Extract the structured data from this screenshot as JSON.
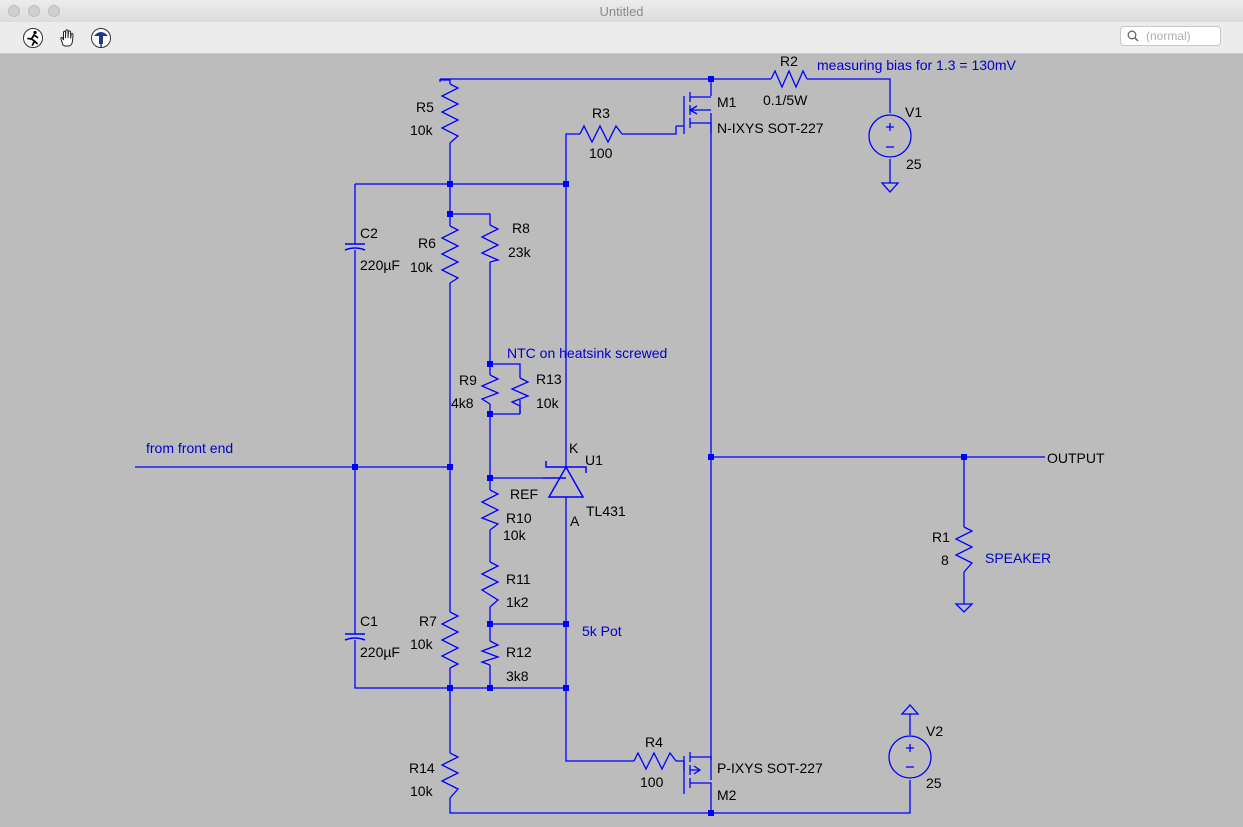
{
  "window": {
    "title": "Untitled"
  },
  "toolbar": {
    "tools": [
      {
        "icon": "run-icon"
      },
      {
        "icon": "hand-icon"
      },
      {
        "icon": "probe-icon"
      }
    ],
    "search": {
      "placeholder": "(normal)"
    }
  },
  "schematic": {
    "annotations": {
      "bias_note": "measuring bias for 1.3 = 130mV",
      "ntc_note": "NTC on heatsink screwed",
      "input_label": "from front end",
      "pot_note": "5k Pot",
      "speaker_note": "SPEAKER",
      "output_label": "OUTPUT"
    },
    "components": {
      "R1": {
        "name": "R1",
        "value": "8"
      },
      "R2": {
        "name": "R2",
        "value": "0.1/5W"
      },
      "R3": {
        "name": "R3",
        "value": "100"
      },
      "R4": {
        "name": "R4",
        "value": "100"
      },
      "R5": {
        "name": "R5",
        "value": "10k"
      },
      "R6": {
        "name": "R6",
        "value": "10k"
      },
      "R7": {
        "name": "R7",
        "value": "10k"
      },
      "R8": {
        "name": "R8",
        "value": "23k"
      },
      "R9": {
        "name": "R9",
        "value": "4k8"
      },
      "R10": {
        "name": "R10",
        "value": "10k"
      },
      "R11": {
        "name": "R11",
        "value": "1k2"
      },
      "R12": {
        "name": "R12",
        "value": "3k8"
      },
      "R13": {
        "name": "R13",
        "value": "10k"
      },
      "R14": {
        "name": "R14",
        "value": "10k"
      },
      "C1": {
        "name": "C1",
        "value": "220µF"
      },
      "C2": {
        "name": "C2",
        "value": "220µF"
      },
      "V1": {
        "name": "V1",
        "value": "25"
      },
      "V2": {
        "name": "V2",
        "value": "25"
      },
      "M1": {
        "name": "M1",
        "value": "N-IXYS  SOT-227"
      },
      "M2": {
        "name": "M2",
        "value": "P-IXYS SOT-227"
      },
      "U1": {
        "name": "U1",
        "value": "TL431",
        "pin_k": "K",
        "pin_ref": "REF",
        "pin_a": "A"
      }
    },
    "colors": {
      "wire": "#0000ff",
      "junction": "#0000ff",
      "text": "#000000",
      "comment": "#0000cc",
      "background": "#bcbcbc"
    }
  }
}
